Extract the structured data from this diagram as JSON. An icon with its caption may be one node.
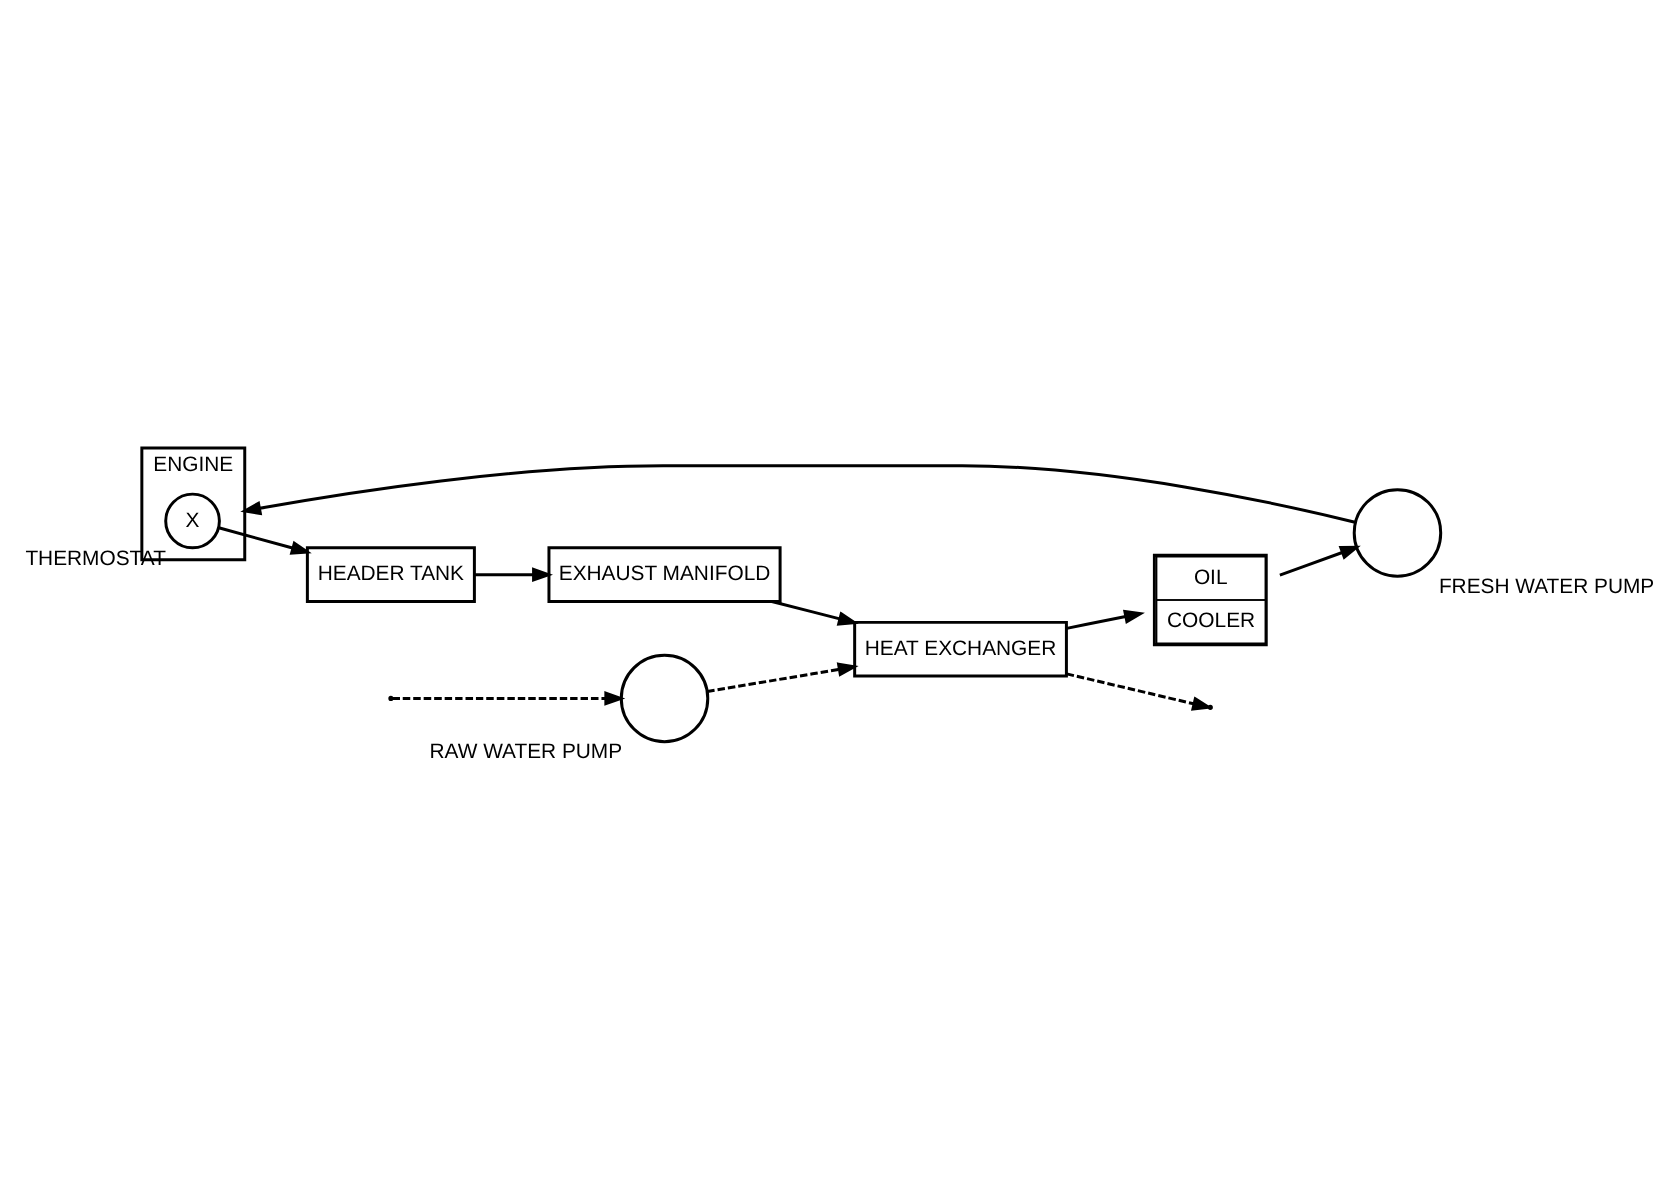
{
  "diagram": {
    "nodes": [
      {
        "text": [
          "EXHAUST MANIFOLD"
        ]
      },
      {
        "text": [
          "HEADER TANK"
        ]
      },
      {
        "text": [
          "ENGINE"
        ]
      },
      {
        "text": [
          "X"
        ],
        "beside": [
          "THERMOSTAT"
        ],
        "in": 2
      },
      {
        "text": [],
        "shape": "circle",
        "beside": [
          "FRESH WATER PUMP"
        ]
      },
      {
        "text": [],
        "shape": "circle",
        "beside": [
          "RAW WATER PUMP"
        ]
      },
      {
        "text": [
          "HEAT EXCHANGER"
        ]
      },
      {
        "text": [
          "OIL",
          "COOLER"
        ]
      }
    ],
    "edges": [
      {
        "from": 1,
        "to": 0,
        "arrow": "to"
      },
      {
        "from": 3,
        "to": 1,
        "arrow": "to"
      },
      {
        "from": 4,
        "to": 2,
        "arrow": "to"
      },
      {
        "from": 7,
        "to": 4,
        "arrow": "to"
      },
      {
        "from": 0,
        "to": 6,
        "arrow": "to"
      },
      {
        "from": null,
        "to": 5,
        "arrow": "to",
        "style": "dashed"
      },
      {
        "from": 5,
        "to": 6,
        "arrow": "to",
        "style": "dashed"
      },
      {
        "from": 6,
        "to": 7,
        "arrow": "to"
      },
      {
        "from": 6,
        "to": null,
        "arrow": "to",
        "style": "dashed"
      }
    ]
  }
}
